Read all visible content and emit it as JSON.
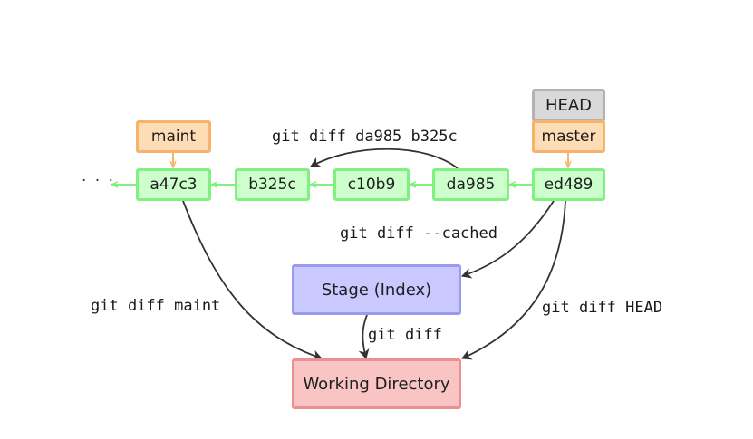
{
  "commits": [
    {
      "id": "a47c3"
    },
    {
      "id": "b325c"
    },
    {
      "id": "c10b9"
    },
    {
      "id": "da985"
    },
    {
      "id": "ed489"
    }
  ],
  "refs": {
    "maint": "maint",
    "master": "master",
    "head": "HEAD"
  },
  "ellipsis": "· · ·",
  "areas": {
    "stage": "Stage (Index)",
    "working_directory": "Working Directory"
  },
  "commands": {
    "diff_commits": "git diff da985 b325c",
    "diff_cached": "git diff --cached",
    "diff_maint": "git diff maint",
    "diff_head": "git diff HEAD",
    "diff": "git diff"
  },
  "colors": {
    "commit_fill": "#ccffcc",
    "commit_border": "#80f080",
    "ref_fill": "#fddcb6",
    "ref_border": "#f7b36b",
    "head_fill": "#d9d9d9",
    "head_border": "#b3b3b3",
    "stage_fill": "#c9c9ff",
    "stage_border": "#9a9af2",
    "wd_fill": "#f9c4c4",
    "wd_border": "#ee8f8f",
    "arrow": "#333333"
  }
}
